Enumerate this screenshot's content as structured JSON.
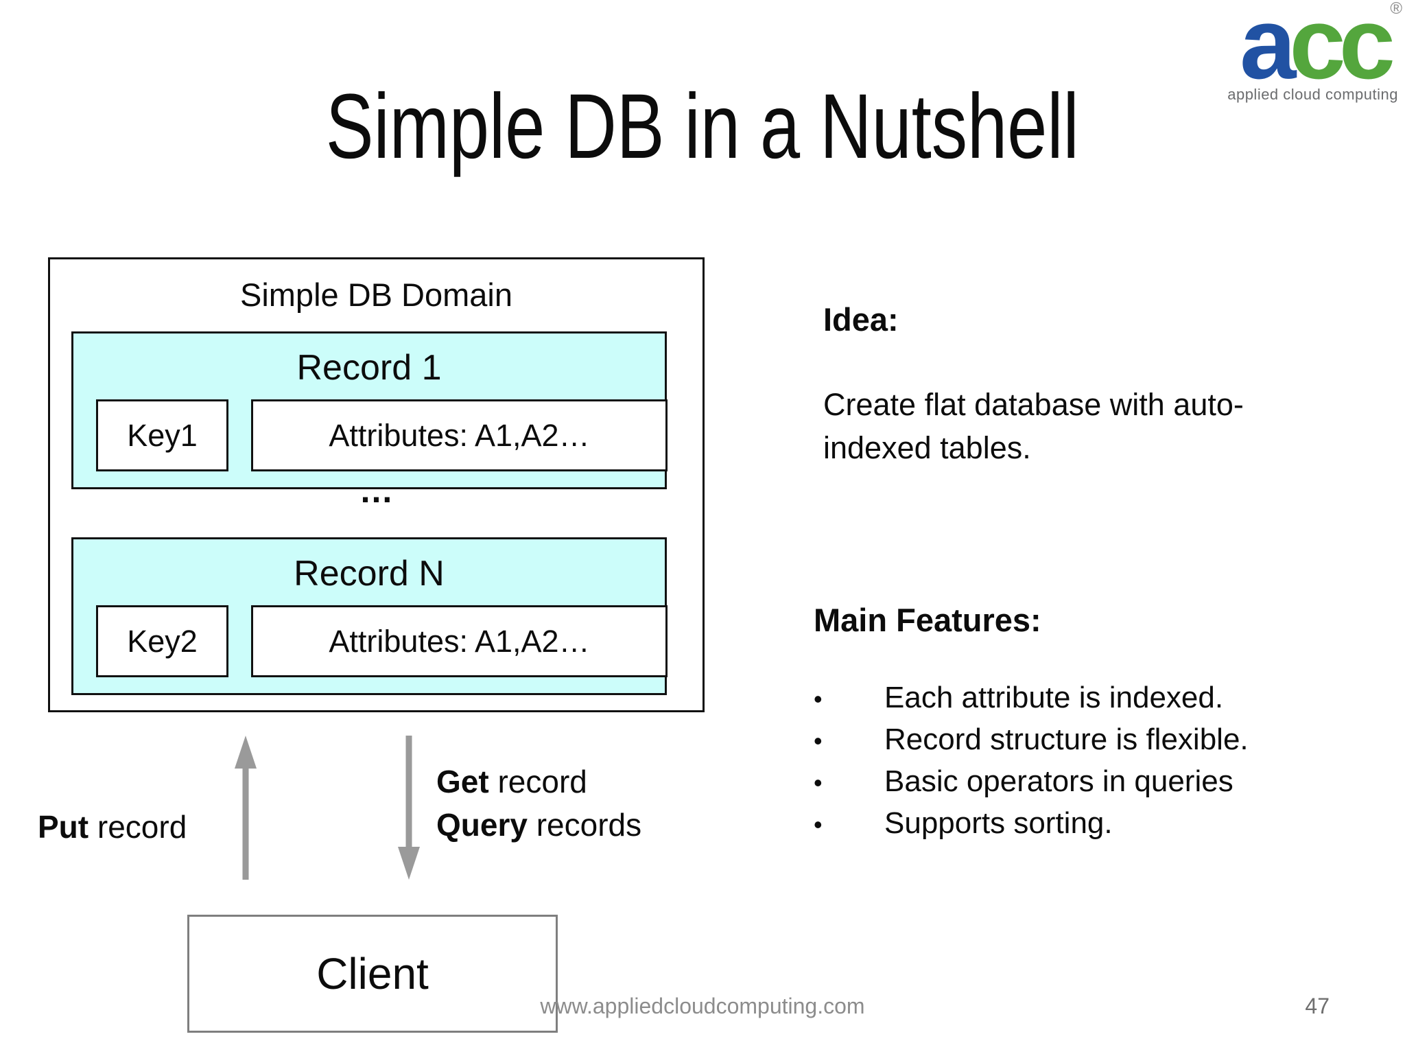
{
  "slide": {
    "title": "Simple DB in a Nutshell",
    "footer_url": "www.appliedcloudcomputing.com",
    "page_number": "47"
  },
  "logo": {
    "letter_a": "a",
    "letters_cc": "cc",
    "registered_mark": "®",
    "tagline": "applied cloud computing",
    "colors": {
      "a": "#2152a3",
      "cc": "#54a63d",
      "tagline": "#6b6c6e"
    }
  },
  "diagram": {
    "domain_label": "Simple DB Domain",
    "records": [
      {
        "title": "Record 1",
        "key": "Key1",
        "attributes": "Attributes: A1,A2…"
      },
      {
        "title": "Record N",
        "key": "Key2",
        "attributes": "Attributes: A1,A2…"
      }
    ],
    "ellipsis": "…",
    "client_label": "Client",
    "record_fill_color": "#ccfdfa",
    "box_border_color": "#111111",
    "client_border_color": "#7f7f7f",
    "arrow_color": "#9a9a9a"
  },
  "labels": {
    "put": {
      "verb": "Put",
      "object": " record"
    },
    "get": {
      "verb": "Get",
      "object": " record"
    },
    "query": {
      "verb": "Query",
      "object": " records"
    }
  },
  "content": {
    "idea_heading": "Idea:",
    "idea_text": "Create flat database with auto-indexed tables.",
    "features_heading": "Main Features:",
    "features": [
      "Each attribute is indexed.",
      "Record structure is flexible.",
      "Basic operators in queries",
      "Supports sorting."
    ]
  }
}
